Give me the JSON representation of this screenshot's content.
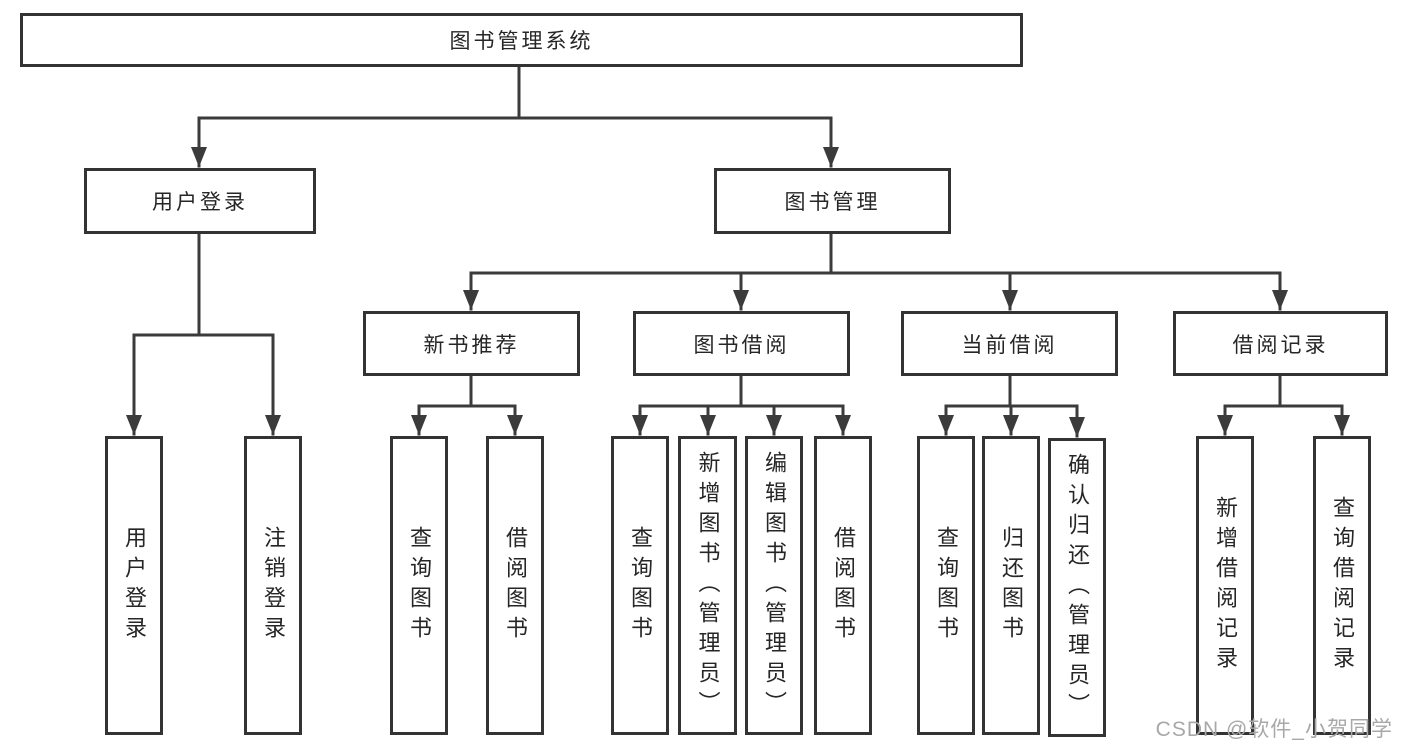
{
  "diagram_title": "图书管理系统",
  "tree": {
    "root": {
      "label": "图书管理系统",
      "children": [
        {
          "label": "用户登录",
          "children": [
            {
              "label": "用户登录"
            },
            {
              "label": "注销登录"
            }
          ]
        },
        {
          "label": "图书管理",
          "children": [
            {
              "label": "新书推荐",
              "children": [
                {
                  "label": "查询图书"
                },
                {
                  "label": "借阅图书"
                }
              ]
            },
            {
              "label": "图书借阅",
              "children": [
                {
                  "label": "查询图书"
                },
                {
                  "label": "新增图书（管理员）"
                },
                {
                  "label": "编辑图书（管理员）"
                },
                {
                  "label": "借阅图书"
                }
              ]
            },
            {
              "label": "当前借阅",
              "children": [
                {
                  "label": "查询图书"
                },
                {
                  "label": "归还图书"
                },
                {
                  "label": "确认归还（管理员）"
                }
              ]
            },
            {
              "label": "借阅记录",
              "children": [
                {
                  "label": "新增借阅记录"
                },
                {
                  "label": "查询借阅记录"
                }
              ]
            }
          ]
        }
      ]
    }
  },
  "watermark": "CSDN @软件_小贺同学",
  "colors": {
    "line": "#3b3b3b",
    "border": "#333333",
    "text": "#262626",
    "watermark": "#a8a8a8",
    "background": "#ffffff"
  }
}
